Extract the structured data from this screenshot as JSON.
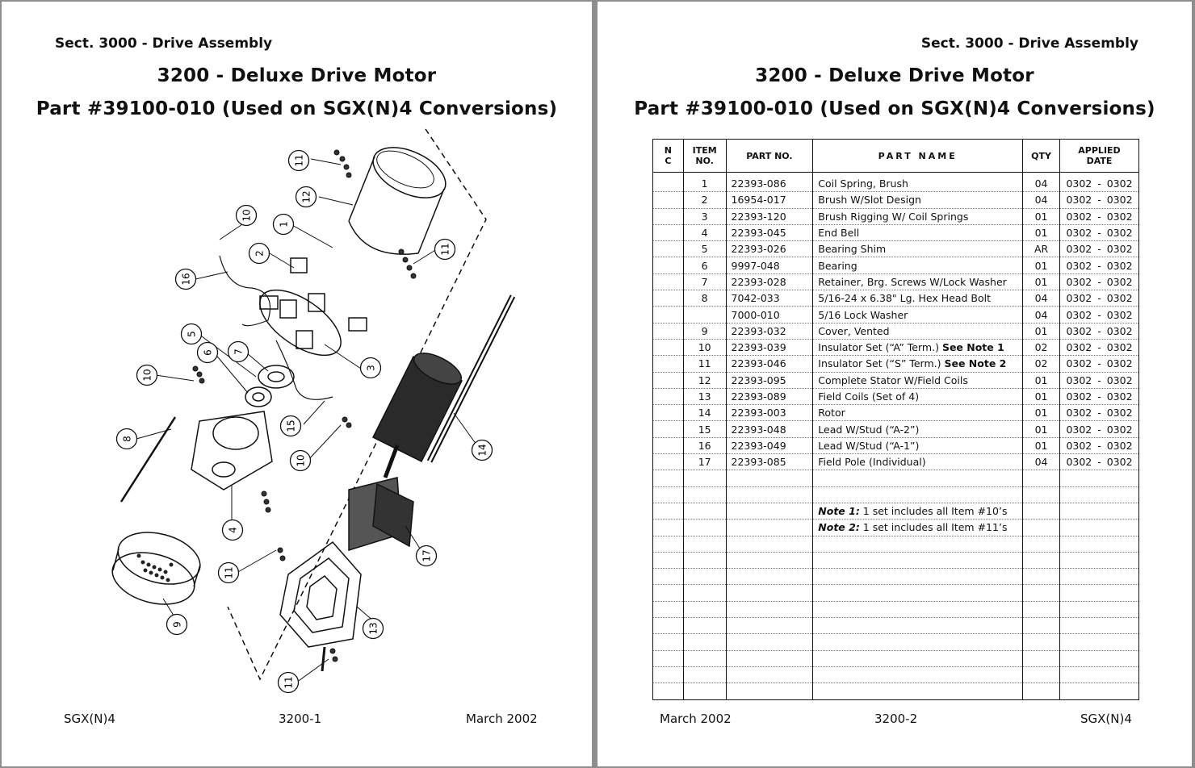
{
  "left_page": {
    "section": "Sect. 3000 - Drive Assembly",
    "title": "3200 - Deluxe Drive Motor",
    "subtitle": "Part #39100-010 (Used on SGX(N)4 Conversions)",
    "callouts": [
      "11",
      "12",
      "10",
      "1",
      "11",
      "2",
      "16",
      "3",
      "5",
      "6",
      "7",
      "10",
      "8",
      "15",
      "10",
      "14",
      "4",
      "17",
      "9",
      "11",
      "13",
      "11"
    ],
    "footer": {
      "left": "SGX(N)4",
      "center": "3200-1",
      "right": "March 2002"
    }
  },
  "right_page": {
    "section": "Sect. 3000 - Drive Assembly",
    "title": "3200 - Deluxe Drive Motor",
    "subtitle": "Part #39100-010 (Used on SGX(N)4 Conversions)",
    "table": {
      "headers": {
        "nc_1": "N",
        "nc_2": "C",
        "item_1": "ITEM",
        "item_2": "NO.",
        "part_no": "PART NO.",
        "part_name": "PART NAME",
        "qty": "QTY",
        "date_1": "APPLIED",
        "date_2": "DATE"
      },
      "rows": [
        {
          "item": "1",
          "part_no": "22393-086",
          "name": "Coil Spring, Brush",
          "qty": "04",
          "date": "0302 - 0302"
        },
        {
          "item": "2",
          "part_no": "16954-017",
          "name": "Brush W/Slot Design",
          "qty": "04",
          "date": "0302 - 0302"
        },
        {
          "item": "3",
          "part_no": "22393-120",
          "name": "Brush Rigging W/ Coil Springs",
          "qty": "01",
          "date": "0302 - 0302"
        },
        {
          "item": "4",
          "part_no": "22393-045",
          "name": "End Bell",
          "qty": "01",
          "date": "0302 - 0302"
        },
        {
          "item": "5",
          "part_no": "22393-026",
          "name": "Bearing Shim",
          "qty": "AR",
          "date": "0302 - 0302"
        },
        {
          "item": "6",
          "part_no": "9997-048",
          "name": "Bearing",
          "qty": "01",
          "date": "0302 - 0302"
        },
        {
          "item": "7",
          "part_no": "22393-028",
          "name": "Retainer, Brg. Screws W/Lock Washer",
          "qty": "01",
          "date": "0302 - 0302"
        },
        {
          "item": "8",
          "part_no": "7042-033",
          "name": "5/16-24 x 6.38\" Lg. Hex Head Bolt",
          "qty": "04",
          "date": "0302 - 0302"
        },
        {
          "item": "",
          "part_no": "7000-010",
          "name": "5/16 Lock Washer",
          "qty": "04",
          "date": "0302 - 0302"
        },
        {
          "item": "9",
          "part_no": "22393-032",
          "name": "Cover, Vented",
          "qty": "01",
          "date": "0302 - 0302"
        },
        {
          "item": "10",
          "part_no": "22393-039",
          "name": "Insulator Set (“A” Term.)",
          "ref": "See Note 1",
          "qty": "02",
          "date": "0302 - 0302"
        },
        {
          "item": "11",
          "part_no": "22393-046",
          "name": "Insulator Set (“S” Term.)",
          "ref": "See Note 2",
          "qty": "02",
          "date": "0302 - 0302"
        },
        {
          "item": "12",
          "part_no": "22393-095",
          "name": "Complete Stator W/Field Coils",
          "qty": "01",
          "date": "0302 - 0302"
        },
        {
          "item": "13",
          "part_no": "22393-089",
          "name": "Field Coils (Set of 4)",
          "qty": "01",
          "date": "0302 - 0302"
        },
        {
          "item": "14",
          "part_no": "22393-003",
          "name": "Rotor",
          "qty": "01",
          "date": "0302 - 0302"
        },
        {
          "item": "15",
          "part_no": "22393-048",
          "name": "Lead W/Stud (“A-2”)",
          "qty": "01",
          "date": "0302 - 0302"
        },
        {
          "item": "16",
          "part_no": "22393-049",
          "name": "Lead W/Stud (“A-1”)",
          "qty": "01",
          "date": "0302 - 0302"
        },
        {
          "item": "17",
          "part_no": "22393-085",
          "name": "Field Pole (Individual)",
          "qty": "04",
          "date": "0302 - 0302"
        }
      ],
      "notes": [
        {
          "label": "Note 1:",
          "text": " 1 set includes all Item #10’s"
        },
        {
          "label": "Note 2:",
          "text": " 1 set includes all Item #11’s"
        }
      ]
    },
    "footer": {
      "left": "March 2002",
      "center": "3200-2",
      "right": "SGX(N)4"
    }
  }
}
